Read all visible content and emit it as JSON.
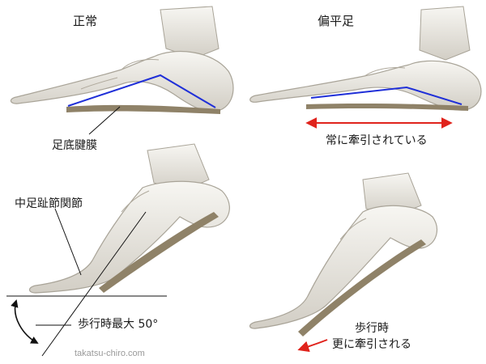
{
  "labels": {
    "normal": "正常",
    "flatfoot": "偏平足",
    "plantar_fascia": "足底腱膜",
    "always_pulled": "常に牽引されている",
    "mtp_joint": "中足趾節関節",
    "walking_max": "歩行時最大 50°",
    "walking": "歩行時",
    "pulled_more": "更に牽引される",
    "credit": "takatsu-chiro.com"
  },
  "colors": {
    "arch_line": "#1f2fd8",
    "fascia": "#8f8268",
    "arrow": "#e0231c",
    "bone": "#ececE6",
    "bone_shade": "#bdb8ad",
    "annotation": "#111111"
  }
}
